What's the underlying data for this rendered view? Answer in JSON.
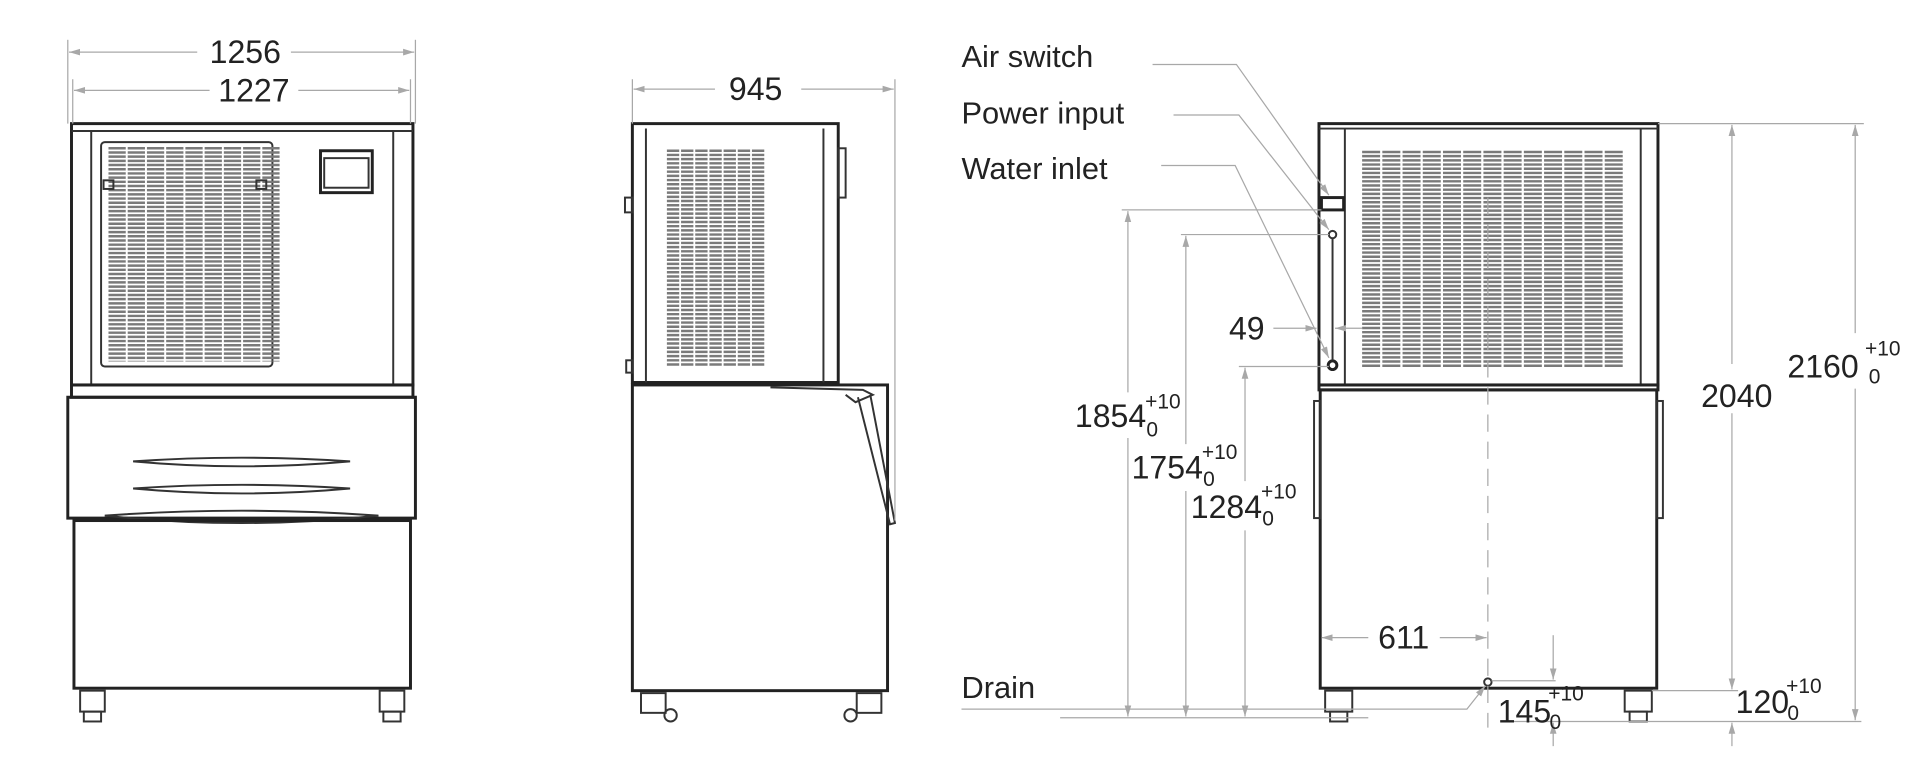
{
  "labels": {
    "air_switch": "Air switch",
    "power_input": "Power input",
    "water_inlet": "Water inlet",
    "drain": "Drain"
  },
  "front_view": {
    "overall_width": "1256",
    "body_width": "1227"
  },
  "side_view": {
    "depth": "945"
  },
  "rear_view": {
    "inlet_offset": "49",
    "drain_offset": "611",
    "air_switch_height": {
      "value": "1854",
      "upper": "+10",
      "lower": "0"
    },
    "power_input_height": {
      "value": "1754",
      "upper": "+10",
      "lower": "0"
    },
    "water_inlet_height": {
      "value": "1284",
      "upper": "+10",
      "lower": "0"
    },
    "drain_height": {
      "value": "145",
      "upper": "+10",
      "lower": "0"
    },
    "leg_height": {
      "value": "120",
      "upper": "+10",
      "lower": "0"
    },
    "body_height": "2040",
    "total_height": {
      "value": "2160",
      "upper": "+10",
      "lower": "0"
    }
  },
  "colors": {
    "line": "#333333",
    "dimension": "#a8a8a8",
    "louver": "#7a7a7a"
  }
}
